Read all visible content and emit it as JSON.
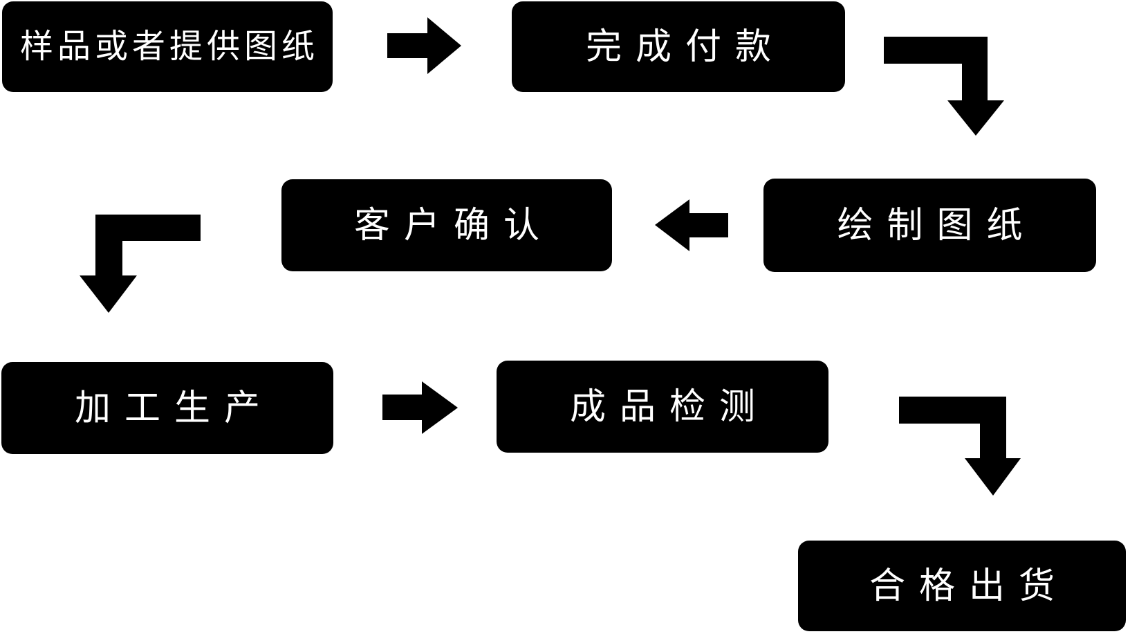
{
  "flowchart": {
    "nodes": [
      {
        "id": "node-1",
        "label": "样品或者提供图纸"
      },
      {
        "id": "node-2",
        "label": "完成付款"
      },
      {
        "id": "node-3",
        "label": "客户确认"
      },
      {
        "id": "node-4",
        "label": "绘制图纸"
      },
      {
        "id": "node-5",
        "label": "加工生产"
      },
      {
        "id": "node-6",
        "label": "成品检测"
      },
      {
        "id": "node-7",
        "label": "合格出货"
      }
    ],
    "edges": [
      {
        "from": "样品或者提供图纸",
        "to": "完成付款",
        "type": "arrow-right"
      },
      {
        "from": "完成付款",
        "to": "绘制图纸",
        "type": "arrow-elbow-down"
      },
      {
        "from": "绘制图纸",
        "to": "客户确认",
        "type": "arrow-left"
      },
      {
        "from": "客户确认",
        "to": "加工生产",
        "type": "arrow-elbow-down"
      },
      {
        "from": "加工生产",
        "to": "成品检测",
        "type": "arrow-right"
      },
      {
        "from": "成品检测",
        "to": "合格出货",
        "type": "arrow-elbow-down"
      }
    ],
    "colors": {
      "node_background": "#000000",
      "node_text": "#ffffff",
      "arrow": "#000000",
      "canvas_background": "#ffffff"
    }
  }
}
